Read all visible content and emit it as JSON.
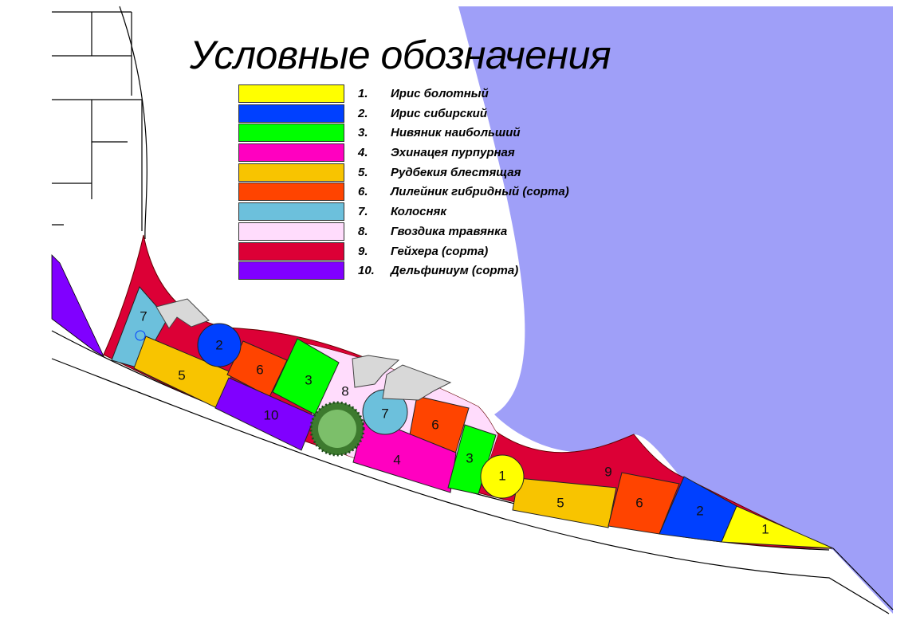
{
  "title": "Условные обозначения",
  "legend": [
    {
      "num": "1.",
      "name": "Ирис болотный",
      "color": "#ffff00"
    },
    {
      "num": "2.",
      "name": "Ирис сибирский",
      "color": "#0040ff"
    },
    {
      "num": "3.",
      "name": "Нивяник наибольший",
      "color": "#00ff00"
    },
    {
      "num": "4.",
      "name": "Эхинацея пурпурная",
      "color": "#ff00c0"
    },
    {
      "num": "5.",
      "name": "Рудбекия блестящая",
      "color": "#f8c400"
    },
    {
      "num": "6.",
      "name": "Лилейник гибридный (сорта)",
      "color": "#ff4400"
    },
    {
      "num": "7.",
      "name": "Колосняк",
      "color": "#6cc0dc"
    },
    {
      "num": "8.",
      "name": "Гвоздика травянка",
      "color": "#ffdcfc"
    },
    {
      "num": "9.",
      "name": "Гейхера (сорта)",
      "color": "#dc0036"
    },
    {
      "num": "10.",
      "name": "Дельфиниум (сорта)",
      "color": "#8000ff"
    }
  ],
  "plan_labels": {
    "l7a": "7",
    "l5a": "5",
    "l2a": "2",
    "l6a": "6",
    "l3a": "3",
    "l10": "10",
    "l8": "8",
    "l7b": "7",
    "l6b": "6",
    "l4": "4",
    "l3b": "3",
    "l1a": "1",
    "l9": "9",
    "l5b": "5",
    "l6c": "6",
    "l2b": "2",
    "l1b": "1"
  },
  "colors": {
    "water": "#9f9ff8"
  }
}
